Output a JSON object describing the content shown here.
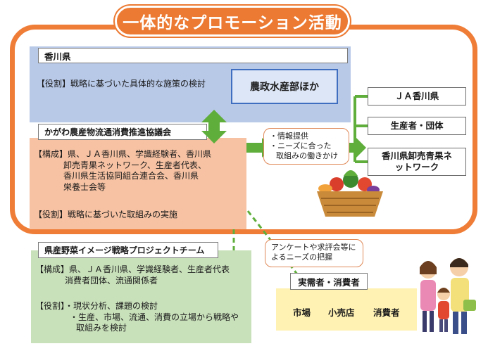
{
  "title": "一体的なプロモーション活動",
  "prefecture": {
    "label": "香川県",
    "role": "【役割】戦略に基づいた具体的な施策の検討",
    "department": "農政水産部ほか"
  },
  "council": {
    "label": "かがわ農産物流通消費推進協議会",
    "composition_lines": [
      "【構成】県、ＪＡ香川県、学識経験者、香川県",
      "卸売青果ネットワーク、生産者代表、",
      "香川県生活協同組合連合会、香川県",
      "栄養士会等"
    ],
    "role": "【役割】戦略に基づいた取組みの実施"
  },
  "callout_info": {
    "lines": [
      "・情報提供",
      "・ニーズに合った",
      "取組みの働きかけ"
    ]
  },
  "targets": [
    "ＪＡ香川県",
    "生産者・団体",
    "香川県卸売青果ネットワーク"
  ],
  "project_team": {
    "label": "県産野菜イメージ戦略プロジェクトチーム",
    "composition_lines": [
      "【構成】県、ＪＡ香川県、学識経験者、生産者代表",
      "消費者団体、流通関係者"
    ],
    "role_lines": [
      "【役割】・現状分析、課題の検討",
      "・生産、市場、流通、消費の立場から戦略や",
      "取組みを検討"
    ]
  },
  "callout_survey": {
    "lines": [
      "アンケートや求評会等に",
      "よるニーズの把握"
    ]
  },
  "demand": {
    "label": "実需者・消費者",
    "items": [
      "市場",
      "小売店",
      "消費者"
    ]
  },
  "colors": {
    "frame": "#ef7d37",
    "blue_area": "#b8c9e8",
    "peach_area": "#f6c2a3",
    "green_area": "#c9e1bb",
    "demand_area": "#fff2b3",
    "arrow_green": "#5fae3c"
  },
  "icons": [
    "vegetable-basket-icon",
    "family-icon"
  ]
}
